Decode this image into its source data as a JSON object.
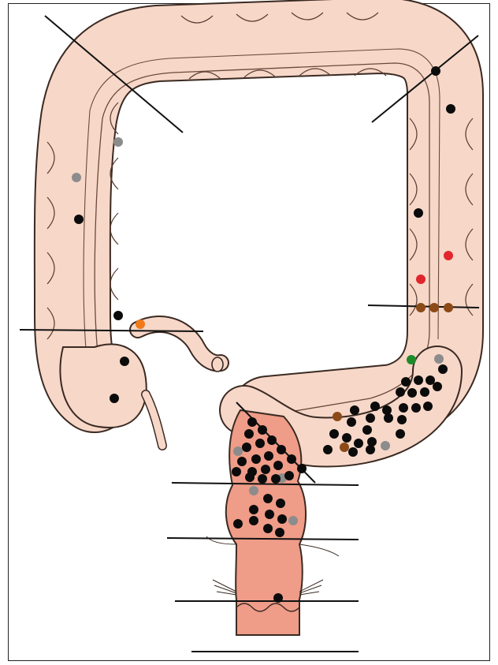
{
  "figure": {
    "description_text": "",
    "colors": {
      "colon_fill": "#f7d7c8",
      "colon_outline": "#3a2a22",
      "rectum_fill": "#ef9c88",
      "line": "#111111"
    },
    "dot_legend_colors": {
      "black": "#0b0b0b",
      "gray": "#8c8c8c",
      "red": "#e0262c",
      "brown": "#8b4a17",
      "green": "#1e8a2a",
      "orange": "#f07a1a"
    },
    "dots": [
      {
        "segment": "ascending",
        "color": "gray"
      },
      {
        "segment": "ascending",
        "color": "gray"
      },
      {
        "segment": "ascending",
        "color": "black"
      },
      {
        "segment": "ascending",
        "color": "black"
      },
      {
        "segment": "ileocecal",
        "color": "orange"
      },
      {
        "segment": "cecum",
        "color": "black"
      },
      {
        "segment": "cecum",
        "color": "black"
      },
      {
        "segment": "splenic-flexure",
        "color": "black"
      },
      {
        "segment": "descending",
        "color": "black"
      },
      {
        "segment": "descending",
        "color": "black"
      },
      {
        "segment": "descending",
        "color": "red"
      },
      {
        "segment": "descending",
        "color": "red"
      },
      {
        "segment": "descending",
        "color": "brown"
      },
      {
        "segment": "descending",
        "color": "brown"
      },
      {
        "segment": "descending",
        "color": "brown"
      },
      {
        "segment": "sigmoid",
        "color": "green"
      },
      {
        "segment": "sigmoid",
        "color": "gray"
      },
      {
        "segment": "sigmoid",
        "color": "brown"
      },
      {
        "segment": "sigmoid",
        "color": "brown"
      },
      {
        "segment": "sigmoid",
        "color": "gray"
      },
      {
        "segment": "rectum-upper",
        "color": "gray"
      },
      {
        "segment": "rectum-upper",
        "color": "gray"
      },
      {
        "segment": "rectum-mid",
        "color": "gray"
      },
      {
        "segment": "rectum-mid",
        "color": "gray"
      },
      {
        "segment": "anal-canal",
        "color": "black"
      }
    ]
  }
}
